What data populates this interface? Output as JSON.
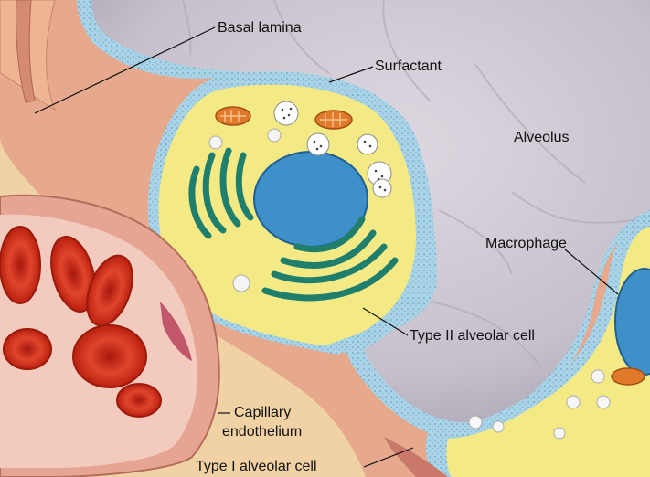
{
  "labels": {
    "basal_lamina": "Basal lamina",
    "surfactant": "Surfactant",
    "alveolus": "Alveolus",
    "macrophage": "Macrophage",
    "type_ii_alveolar_cell": "Type II alveolar cell",
    "capillary_endothelium_line1": "Capillary",
    "capillary_endothelium_line2": "endothelium",
    "type_i_alveolar_cell": "Type I alveolar cell"
  },
  "colors": {
    "alveolar_space": "#c9c4cf",
    "tissue_wall": "#e8a98a",
    "connective_tissue": "#f3d7a8",
    "surfactant_layer": "#a9d3e6",
    "cytoplasm": "#f4ec8a",
    "nucleus": "#3d8fc8",
    "rough_er": "#1f7f6c",
    "mitochondria": "#e07a2a",
    "red_blood_cell": "#d9361f",
    "capillary_lumen": "#f1c9c0"
  }
}
